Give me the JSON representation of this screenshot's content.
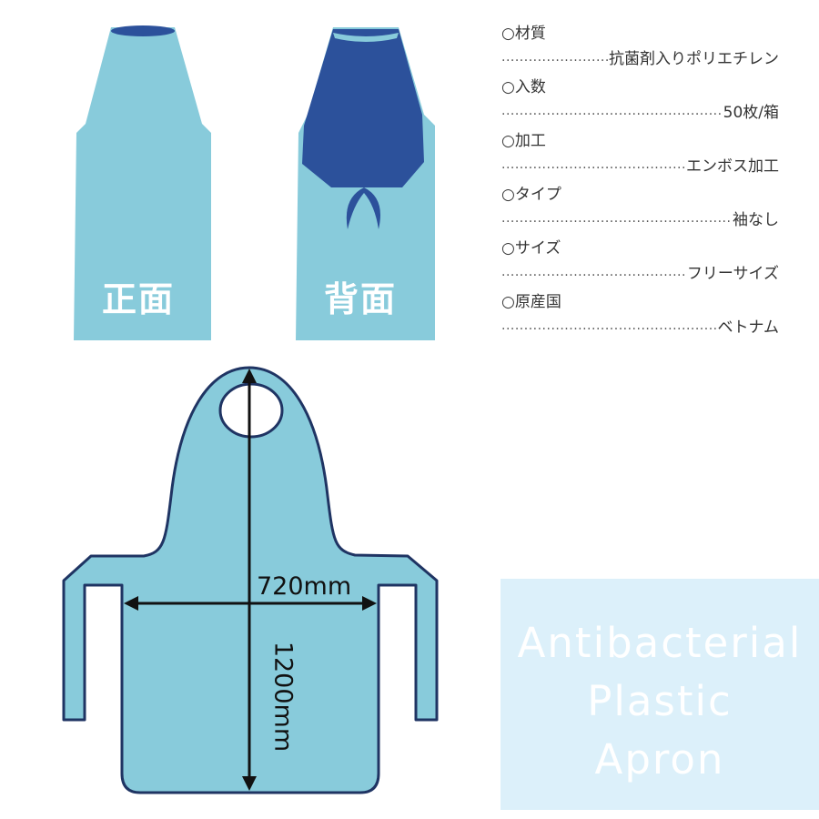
{
  "views": {
    "front_label": "正面",
    "back_label": "背面"
  },
  "colors": {
    "apron_light": "#88cbdb",
    "apron_dark": "#2c519b",
    "outline": "#1f3463",
    "title_bg": "#dcf0fa"
  },
  "specs": [
    {
      "label": "○材質",
      "value": "抗菌剤入りポリエチレン"
    },
    {
      "label": "○入数",
      "value": "50枚/箱"
    },
    {
      "label": "○加工",
      "value": "エンボス加工"
    },
    {
      "label": "○タイプ",
      "value": "袖なし"
    },
    {
      "label": "○サイズ",
      "value": "フリーサイズ"
    },
    {
      "label": "○原産国",
      "value": "ベトナム"
    }
  ],
  "diagram": {
    "width_label": "720mm",
    "length_label": "1200mm"
  },
  "title": {
    "line1": "Antibacterial",
    "line2": "Plastic",
    "line3": "Apron"
  }
}
